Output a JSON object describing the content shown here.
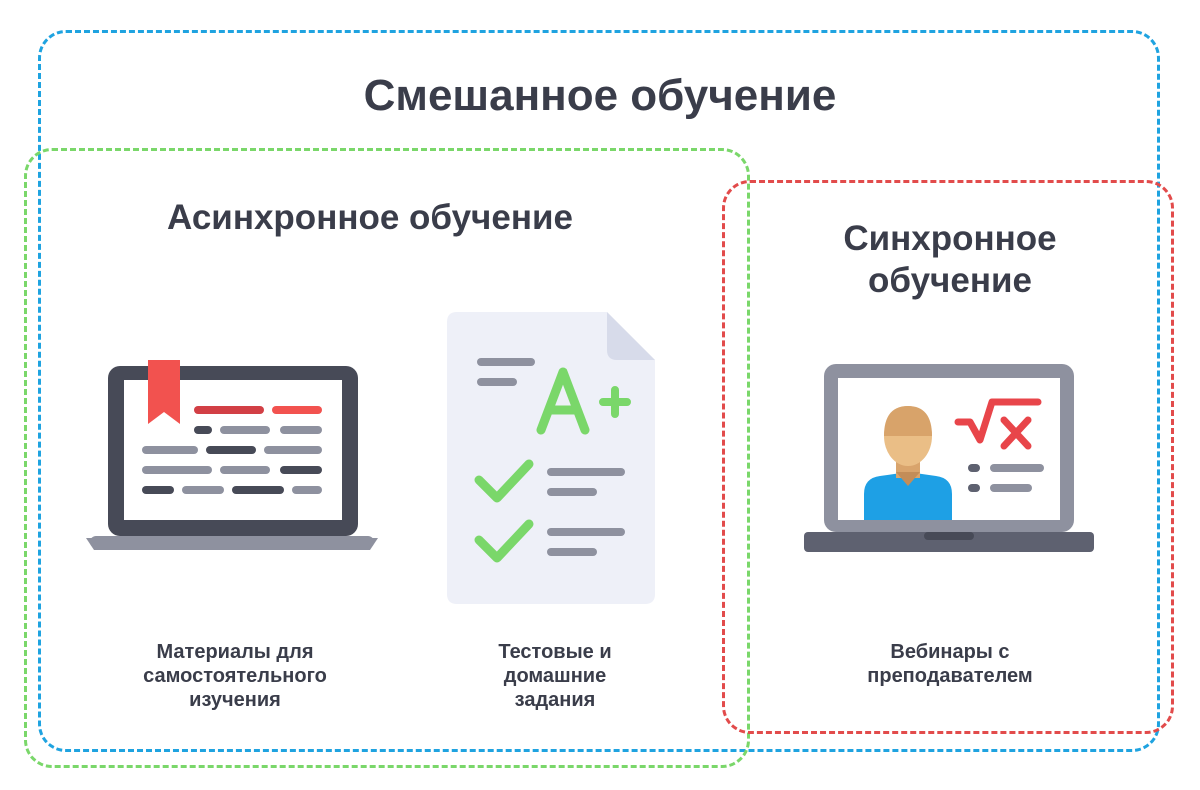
{
  "diagram": {
    "title": "Смешанное обучение",
    "async": {
      "title": "Асинхронное обучение",
      "items": [
        {
          "caption_lines": [
            "Материалы для",
            "самостоятельного",
            "изучения"
          ],
          "icon": "laptop-book-icon"
        },
        {
          "caption_lines": [
            "Тестовые и",
            "домашние",
            "задания"
          ],
          "icon": "graded-test-icon"
        }
      ]
    },
    "sync": {
      "title_lines": [
        "Синхронное",
        "обучение"
      ],
      "items": [
        {
          "caption_lines": [
            "Вебинары с",
            "преподавателем"
          ],
          "icon": "webinar-laptop-icon"
        }
      ]
    },
    "colors": {
      "blended_border": "#1fa3e0",
      "async_border": "#7ad76a",
      "sync_border": "#e24b4b",
      "text": "#3a3d4a"
    }
  }
}
